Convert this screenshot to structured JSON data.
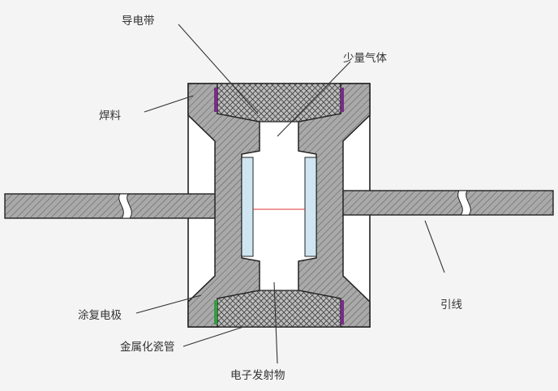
{
  "labels": {
    "conductive_band": "导电带",
    "small_gas": "少量气体",
    "solder": "焊料",
    "coated_electrode": "涂复电极",
    "metallized_ceramic_tube": "金属化瓷管",
    "electron_emitter": "电子发射物",
    "lead_wire": "引线"
  },
  "colors": {
    "background": "#f4f4f4",
    "electrode_gray": "#a9a9a9",
    "outline": "#222222",
    "emitter_blue": "#cfe6f2",
    "gap_red": "#e03030",
    "solder_purple": "#7a2a8a",
    "solder_green": "#2f9e3f",
    "leader_line": "#333333"
  }
}
